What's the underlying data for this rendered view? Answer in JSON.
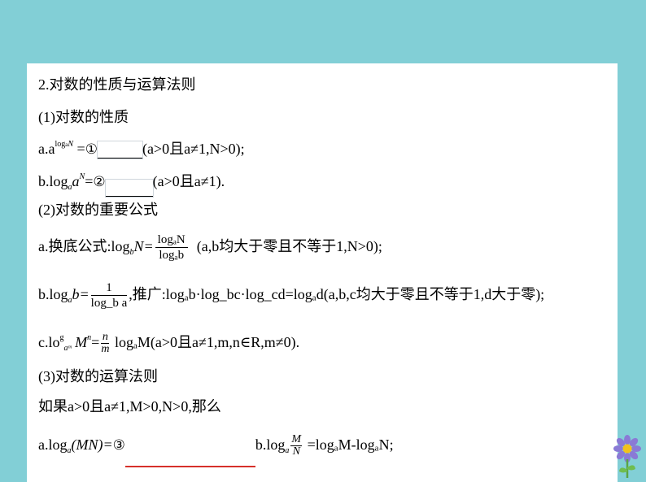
{
  "slide": {
    "heading": "2.对数的性质与运算法则",
    "section1": "(1)对数的性质",
    "a_prefix": "a.a",
    "a_sup_log": "log",
    "a_sup_sub": "a",
    "a_sup_N": "N",
    "a_eq": "=",
    "circle1": "①",
    "a_cond": "(a>0且a≠1,N>0);",
    "b_prefix": "b.log",
    "b_sub": "a",
    "b_a": "a",
    "b_sup": "N",
    "b_eq": "=",
    "circle2": "②",
    "b_cond": "(a>0且a≠1).",
    "section2": "(2)对数的重要公式",
    "f_a_prefix": "a.换底公式:log",
    "f_a_sub": "b",
    "f_a_N": "N=",
    "f_a_num": "logₐN",
    "f_a_den": "logₐb",
    "f_a_cond": "(a,b均大于零且不等于1,N>0);",
    "f_b_prefix": "b.log",
    "f_b_sub": "a",
    "f_b_b": "b=",
    "f_b_num": "1",
    "f_b_den": "log_b a",
    "f_b_rest": ",推广:logₐb·log_bc·log_cd=logₐd(a,b,c均大于零且不等于1,d大于零);",
    "f_c_prefix": "c.lo",
    "f_c_g": "g",
    "f_c_sub": "aᵐ",
    "f_c_M": "M",
    "f_c_n_sup": "n",
    "f_c_eq": "=",
    "f_c_frac_num": "n",
    "f_c_frac_den": "m",
    "f_c_rest": "logₐM(a>0且a≠1,m,n∈R,m≠0).",
    "section3": "(3)对数的运算法则",
    "rule_intro": "如果a>0且a≠1,M>0,N>0,那么",
    "r_a_prefix": "a.log",
    "r_a_sub": "a",
    "r_a_MN": "(MN)=",
    "circle3": "③",
    "r_b_prefix": "b.log",
    "r_b_sub": "a",
    "r_b_num": "M",
    "r_b_den": "N",
    "r_b_rest": "=logₐM-logₐN;"
  },
  "colors": {
    "frame": "#82cfd6",
    "paper": "#ffffff",
    "red": "#d6302a"
  }
}
